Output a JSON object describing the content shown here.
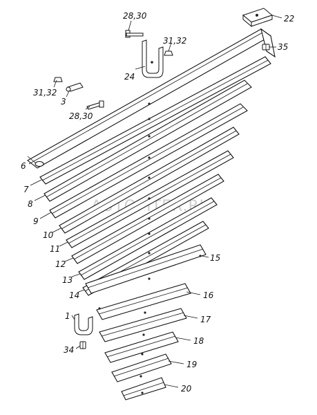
{
  "colors": {
    "line": "#111111",
    "background": "#ffffff",
    "watermark": "#cfcfcf"
  },
  "watermark": "AUTOPITER.RU",
  "callouts": {
    "c1": "1",
    "c3": "3",
    "c6": "6",
    "c7": "7",
    "c8": "8",
    "c9": "9",
    "c10": "10",
    "c11": "11",
    "c12": "12",
    "c13": "13",
    "c14": "14",
    "c15": "15",
    "c16": "16",
    "c17": "17",
    "c18": "18",
    "c19": "19",
    "c20": "20",
    "c22": "22",
    "c24": "24",
    "c34": "34",
    "c35": "35",
    "c2830_top": "28,30",
    "c2830_mid": "28,30",
    "c3132_top": "31,32",
    "c3132_mid": "31,32"
  }
}
